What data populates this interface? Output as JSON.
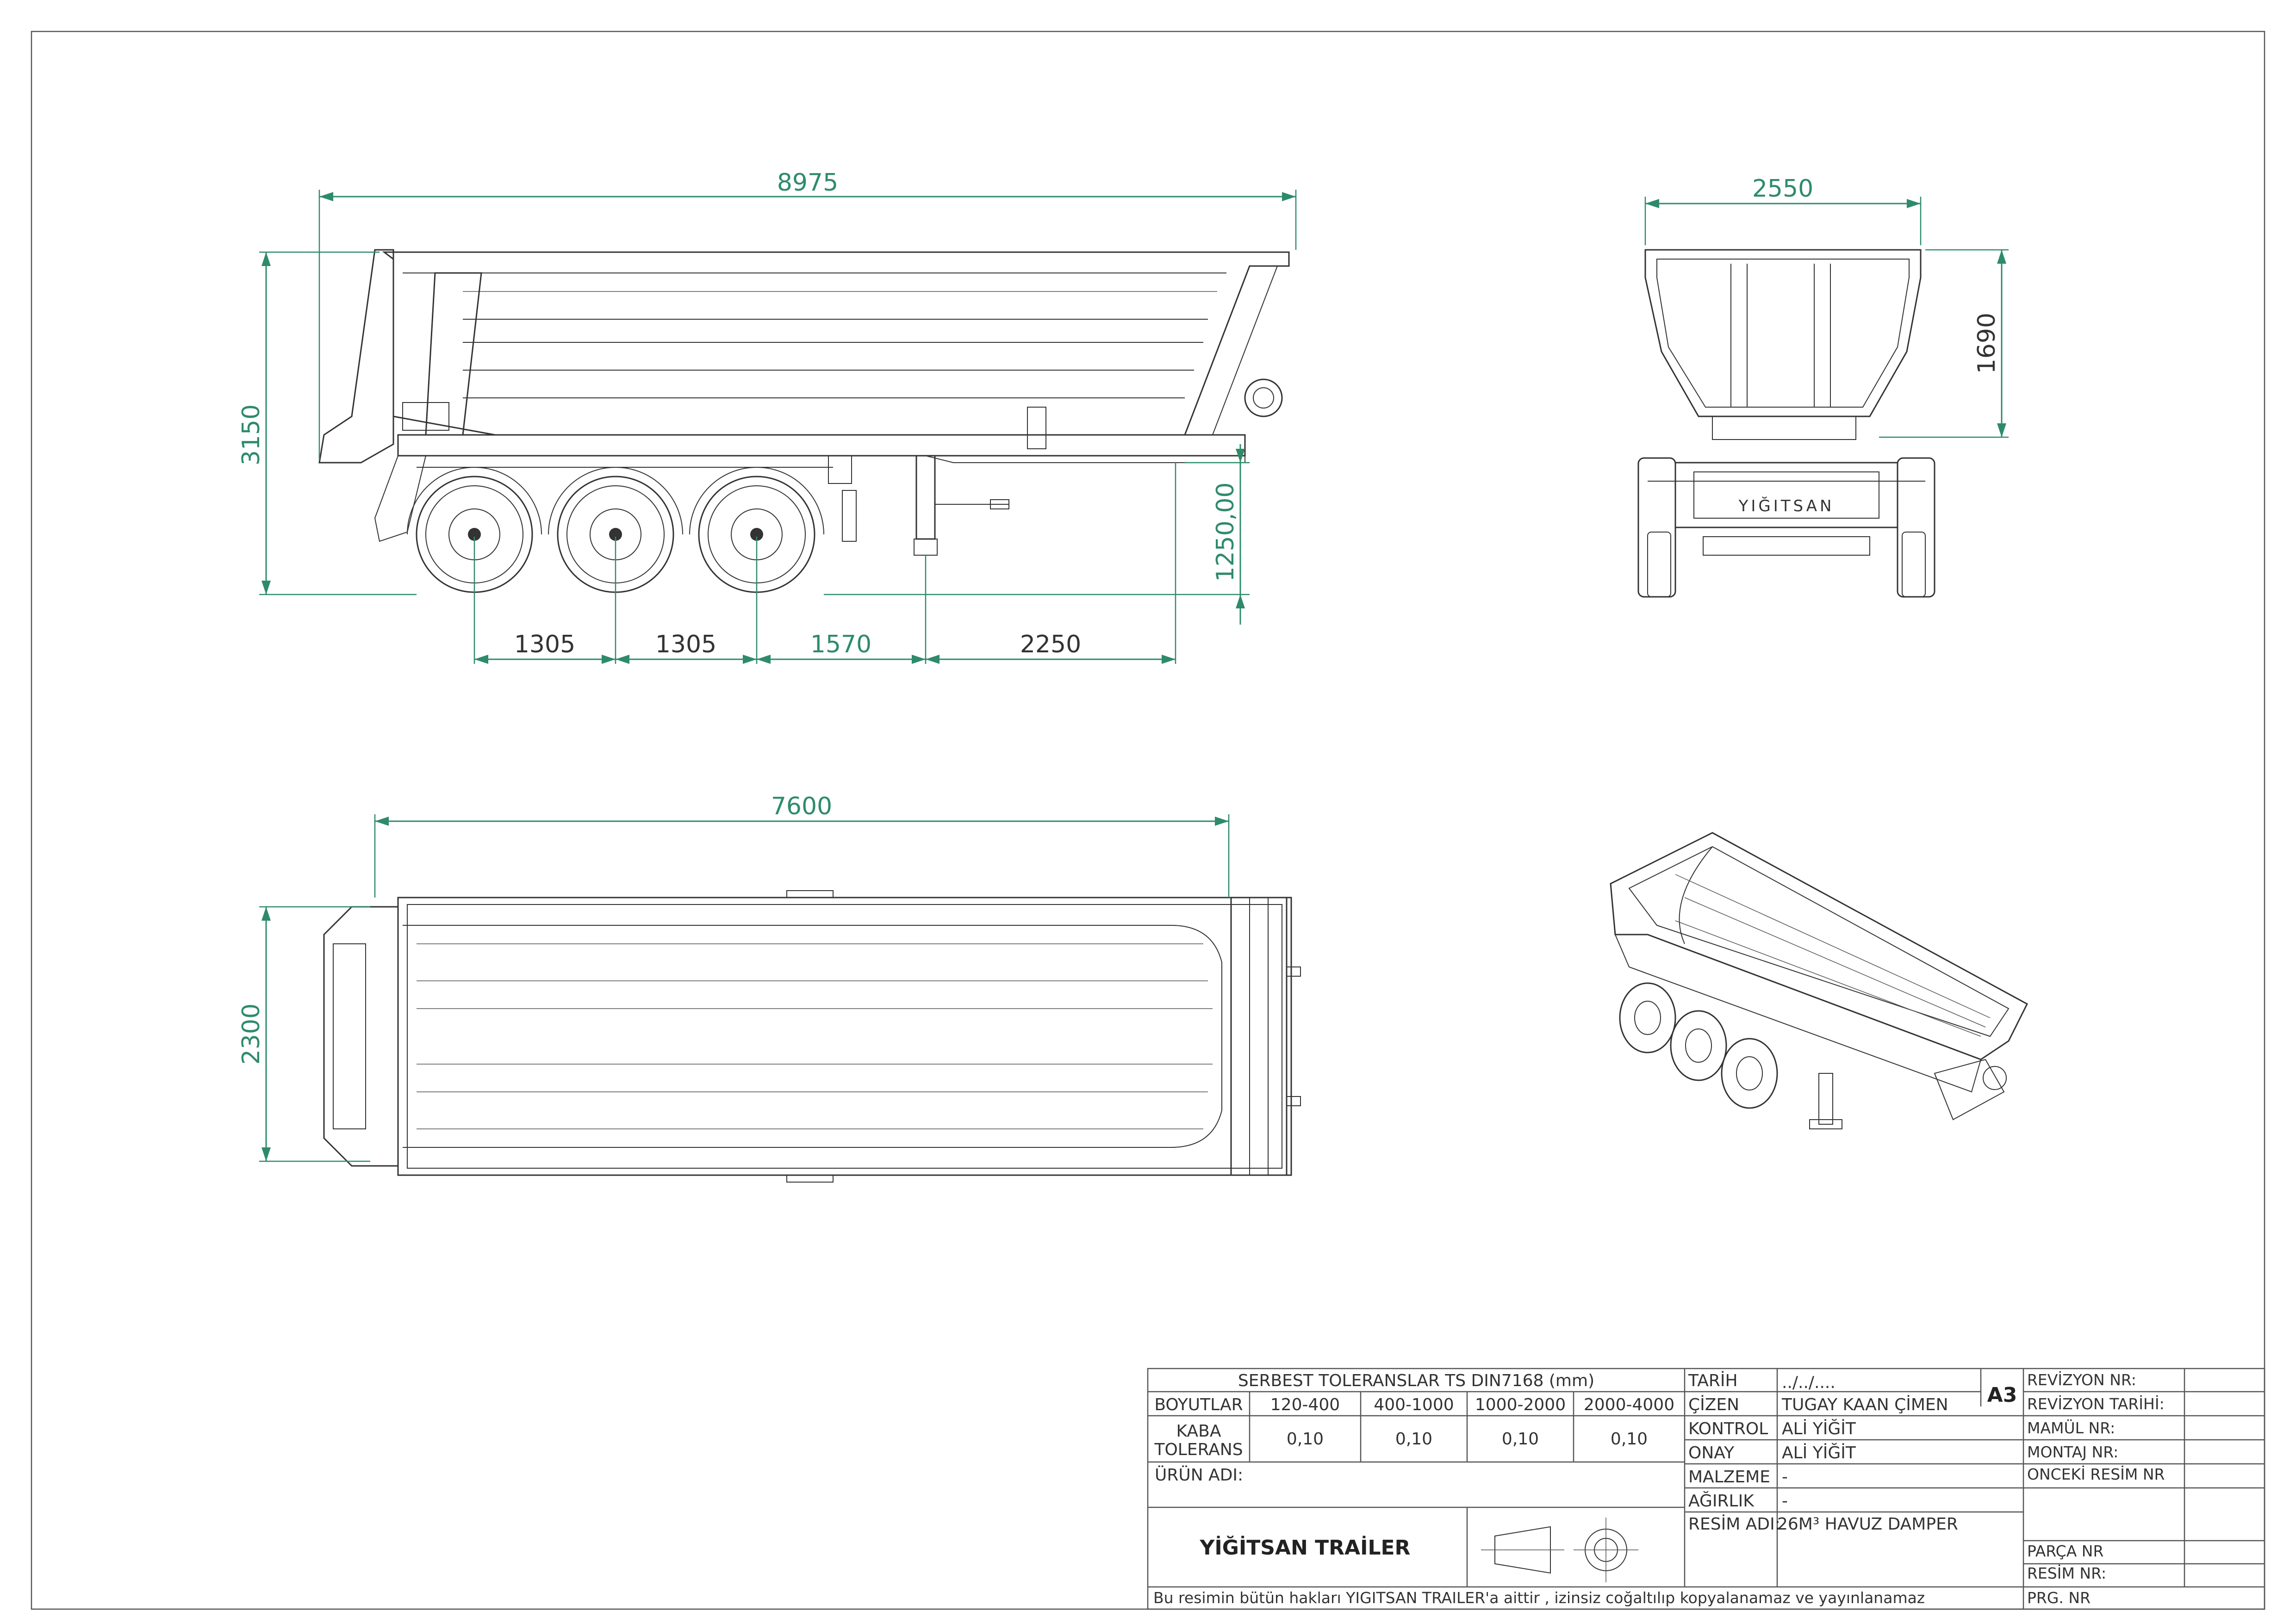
{
  "dimensions": {
    "side_length": "8975",
    "side_height": "3150",
    "side_coupling_height": "1250,00",
    "axle_spacing_1": "1305",
    "axle_spacing_2": "1305",
    "axle_to_leg": "1570",
    "leg_to_kingpin": "2250",
    "rear_width": "2550",
    "rear_body_height": "1690",
    "top_length": "7600",
    "top_width": "2300"
  },
  "rear_badge": "YIĞITSAN",
  "title_block": {
    "tolerance_title": "SERBEST TOLERANSLAR TS DIN7168 (mm)",
    "sizes_label": "BOYUTLAR",
    "size_ranges": [
      "120-400",
      "400-1000",
      "1000-2000",
      "2000-4000"
    ],
    "rough_label_1": "KABA",
    "rough_label_2": "TOLERANS",
    "tolerance_values": [
      "0,10",
      "0,10",
      "0,10",
      "0,10"
    ],
    "product_label": "ÜRÜN ADI:",
    "company": "YİĞİTSAN TRAİLER",
    "date_label": "TARİH",
    "date_value": "../../....",
    "drawn_label": "ÇİZEN",
    "drawn_value": "TUGAY KAAN ÇİMEN",
    "check_label": "KONTROL",
    "check_value": "ALİ YİĞİT",
    "approve_label": "ONAY",
    "approve_value": "ALİ YİĞİT",
    "material_label": "MALZEME",
    "material_value": "-",
    "weight_label": "AĞIRLIK",
    "weight_value": "-",
    "drawing_name_label": "RESİM ADI:",
    "drawing_name_value": "26M³ HAVUZ DAMPER",
    "sheet_size": "A3",
    "revision_no": "REVİZYON NR:",
    "revision_date": "REVİZYON TARİHİ:",
    "product_no": "MAMÜL NR:",
    "assembly_no": "MONTAJ NR:",
    "previous_drawing": "ONCEKİ RESİM NR",
    "part_no": "PARÇA NR",
    "drawing_no": "RESİM NR:",
    "program_no": "PRG. NR",
    "copyright": "Bu resimin bütün hakları YIGITSAN TRAILER'a aittir , izinsiz coğaltılıp kopyalanamaz ve yayınlanamaz"
  }
}
